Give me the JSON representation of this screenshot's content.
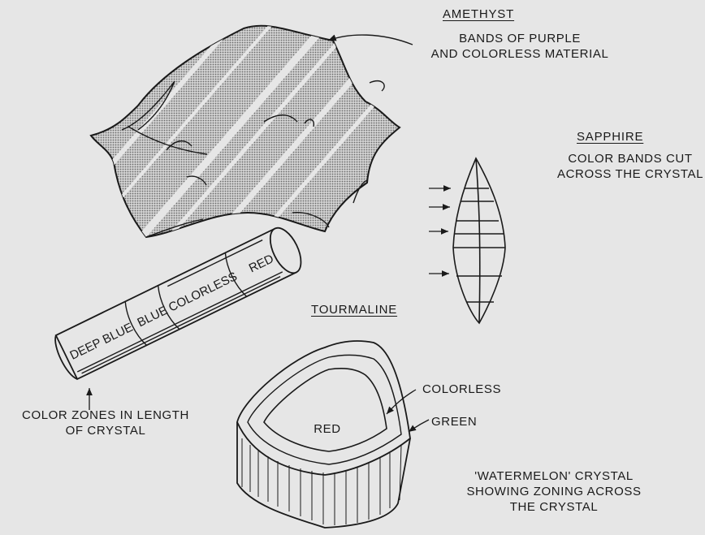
{
  "amethyst": {
    "title": "AMETHYST",
    "desc_line1": "BANDS OF PURPLE",
    "desc_line2": "AND COLORLESS MATERIAL"
  },
  "sapphire": {
    "title": "SAPPHIRE",
    "desc_line1": "COLOR BANDS CUT",
    "desc_line2": "ACROSS THE CRYSTAL"
  },
  "tourmaline": {
    "title": "TOURMALINE",
    "zones": [
      "DEEP BLUE",
      "BLUE",
      "COLORLESS",
      "RED"
    ],
    "zones_caption_line1": "COLOR ZONES IN LENGTH",
    "zones_caption_line2": "OF CRYSTAL"
  },
  "watermelon": {
    "core_label": "RED",
    "middle_label": "COLORLESS",
    "outer_label": "GREEN",
    "caption_line1": "'WATERMELON' CRYSTAL",
    "caption_line2": "SHOWING ZONING ACROSS",
    "caption_line3": "THE CRYSTAL"
  },
  "colors": {
    "background": "#e6e6e6",
    "ink": "#1a1a1a"
  }
}
